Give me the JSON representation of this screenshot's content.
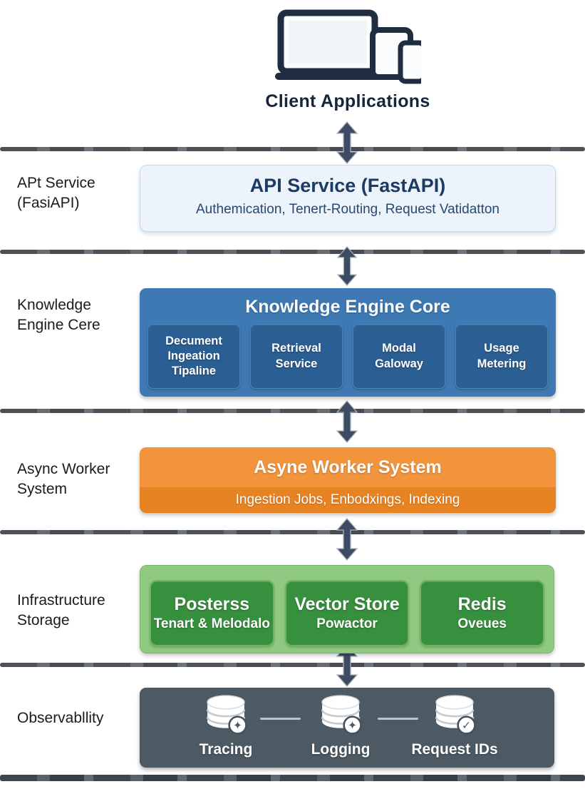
{
  "client": {
    "label": "Client Applications"
  },
  "colors": {
    "api_box_bg": "#ecf3fa",
    "knowledge_bg": "#3e79b4",
    "knowledge_child_bg": "#2b5e93",
    "async_bg": "#f2943c",
    "async_strip_bg": "#e78322",
    "infra_bg": "#90c982",
    "infra_child_bg": "#37903d",
    "observability_bg": "#4d5a63",
    "arrow": "#3d4c62",
    "divider": "#3a4046"
  },
  "sections": {
    "api": {
      "side_label": [
        "APt Service",
        "(FasiAPI)"
      ],
      "title": "API Service (FastAPI)",
      "subtitle": "Authemication, Tenert-Routing, Request Vatidatton"
    },
    "knowledge": {
      "side_label": [
        "Knowledge",
        "Engine Cere"
      ],
      "title": "Knowledge Engine Core",
      "children": [
        {
          "lines": [
            "Decument",
            "Ingeation",
            "Tipaline"
          ]
        },
        {
          "lines": [
            "Retrieval",
            "Service"
          ]
        },
        {
          "lines": [
            "Modal",
            "Galoway"
          ]
        },
        {
          "lines": [
            "Usage",
            "Metering"
          ]
        }
      ]
    },
    "async": {
      "side_label": [
        "Async Worker",
        "System"
      ],
      "title": "Asyne Worker System",
      "subtitle": "Ingestion Jobs,  Enbodxings, Indexing"
    },
    "infra": {
      "side_label": [
        "Infrastructure",
        "Storage"
      ],
      "children": [
        {
          "title": "Posterss",
          "subtitle": "Tenart & Melodalo"
        },
        {
          "title": "Vector Store",
          "subtitle": "Powactor"
        },
        {
          "title": "Redis",
          "subtitle": "Oveues"
        }
      ]
    },
    "observability": {
      "side_label": [
        "Observabllity"
      ],
      "items": [
        {
          "label": "Tracing",
          "badge": "✦",
          "icon": "database-sparkle-icon"
        },
        {
          "label": "Logging",
          "badge": "✦",
          "icon": "database-sparkle-icon"
        },
        {
          "label": "Request IDs",
          "badge": "✓",
          "icon": "database-check-icon"
        }
      ]
    }
  }
}
